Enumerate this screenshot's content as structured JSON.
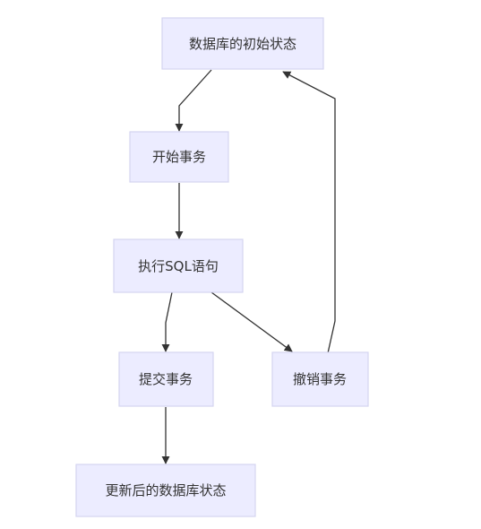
{
  "flowchart": {
    "nodes": {
      "initial_state": "数据库的初始状态",
      "begin_transaction": "开始事务",
      "execute_sql": "执行SQL语句",
      "commit_transaction": "提交事务",
      "rollback_transaction": "撤销事务",
      "updated_state": "更新后的数据库状态"
    },
    "edges": [
      {
        "from": "initial_state",
        "to": "begin_transaction"
      },
      {
        "from": "begin_transaction",
        "to": "execute_sql"
      },
      {
        "from": "execute_sql",
        "to": "commit_transaction"
      },
      {
        "from": "execute_sql",
        "to": "rollback_transaction"
      },
      {
        "from": "commit_transaction",
        "to": "updated_state"
      },
      {
        "from": "rollback_transaction",
        "to": "initial_state"
      }
    ]
  }
}
